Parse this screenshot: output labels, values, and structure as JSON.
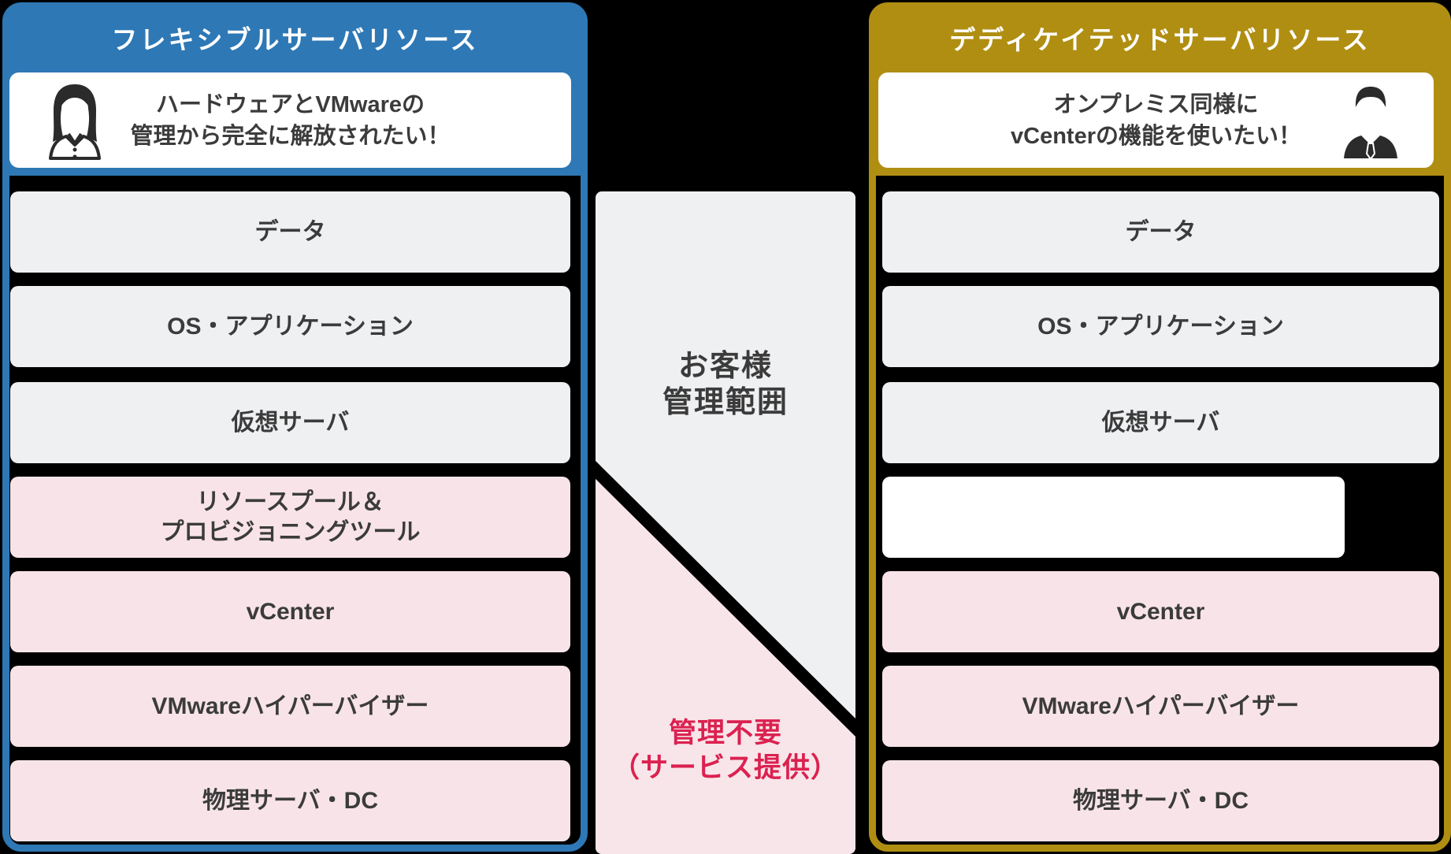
{
  "colors": {
    "blue_accent": "#2E78B5",
    "gold_accent": "#B08E12",
    "gray_layer": "#EFF0F2",
    "pink_layer": "#F8E4E8",
    "ink_text": "#3B3B3B",
    "red_text": "#DB2150",
    "background": "#000000"
  },
  "left_panel": {
    "title": "フレキシブルサーバリソース",
    "persona": {
      "icon": "woman-icon",
      "line1": "ハードウェアとVMwareの",
      "line2": "管理から完全に解放されたい！"
    },
    "rows": [
      {
        "label": "データ",
        "tone": "gray"
      },
      {
        "label": "OS・アプリケーション",
        "tone": "gray"
      },
      {
        "label": "仮想サーバ",
        "tone": "gray"
      },
      {
        "label": "リソースプール＆",
        "label2": "プロビジョニングツール",
        "tone": "pink"
      },
      {
        "label": "vCenter",
        "tone": "pink"
      },
      {
        "label": "VMwareハイパーバイザー",
        "tone": "pink"
      },
      {
        "label": "物理サーバ・DC",
        "tone": "pink"
      }
    ]
  },
  "right_panel": {
    "title": "デディケイテッドサーバリソース",
    "persona": {
      "icon": "man-icon",
      "line1": "オンプレミス同様に",
      "line2": "vCenterの機能を使いたい！"
    },
    "rows": [
      {
        "label": "データ",
        "tone": "gray"
      },
      {
        "label": "OS・アプリケーション",
        "tone": "gray"
      },
      {
        "label": "仮想サーバ",
        "tone": "gray"
      },
      {
        "label": "",
        "tone": "white"
      },
      {
        "label": "vCenter",
        "tone": "pink"
      },
      {
        "label": "VMwareハイパーバイザー",
        "tone": "pink"
      },
      {
        "label": "物理サーバ・DC",
        "tone": "pink"
      }
    ]
  },
  "middle_column": {
    "customer_scope": {
      "line1": "お客様",
      "line2": "管理範囲"
    },
    "no_management": {
      "line1": "管理不要",
      "line2": "（サービス提供）"
    }
  }
}
